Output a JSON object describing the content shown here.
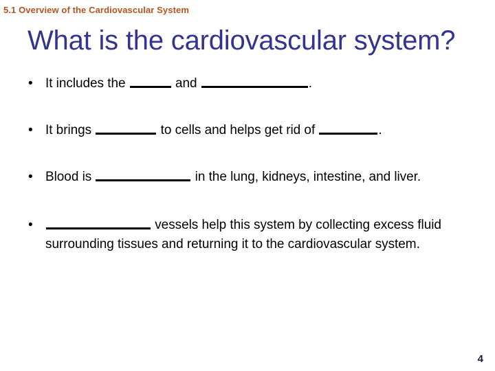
{
  "slide": {
    "kicker": "5.1 Overview of the Cardiovascular System",
    "title": "What is the cardiovascular system?",
    "page_number": "4",
    "colors": {
      "kicker": "#b4541f",
      "title": "#33348e",
      "body": "#000000",
      "background": "#ffffff",
      "blank_rule": "#000000",
      "page_number": "#1a1a3c"
    },
    "bullets": [
      {
        "marker": "•",
        "segments": [
          {
            "type": "text",
            "value": "It includes the "
          },
          {
            "type": "blank",
            "width": 60
          },
          {
            "type": "text",
            "value": " and "
          },
          {
            "type": "blank",
            "width": 155
          },
          {
            "type": "text",
            "value": "."
          }
        ],
        "plain": "It includes the _____ and _________."
      },
      {
        "marker": "•",
        "segments": [
          {
            "type": "text",
            "value": "It brings "
          },
          {
            "type": "blank",
            "width": 88
          },
          {
            "type": "text",
            "value": " to cells and helps get rid of "
          },
          {
            "type": "blank",
            "width": 85
          },
          {
            "type": "text",
            "value": "."
          }
        ],
        "plain": "It brings ______ to cells and helps get rid of _____."
      },
      {
        "marker": "•",
        "segments": [
          {
            "type": "text",
            "value": "Blood is "
          },
          {
            "type": "blank",
            "width": 138
          },
          {
            "type": "text",
            "value": " in the lung, kidneys, intestine, and liver."
          }
        ],
        "plain": "Blood is ________ in the lung, kidneys, intestine, and liver."
      },
      {
        "marker": "•",
        "segments": [
          {
            "type": "blank",
            "width": 152
          },
          {
            "type": "text",
            "value": " vessels help this system by collecting excess fluid surrounding tissues and returning it to the cardiovascular system."
          }
        ],
        "plain": "________ vessels help this system by collecting excess fluid surrounding tissues and returning it to the cardiovascular system."
      }
    ]
  }
}
